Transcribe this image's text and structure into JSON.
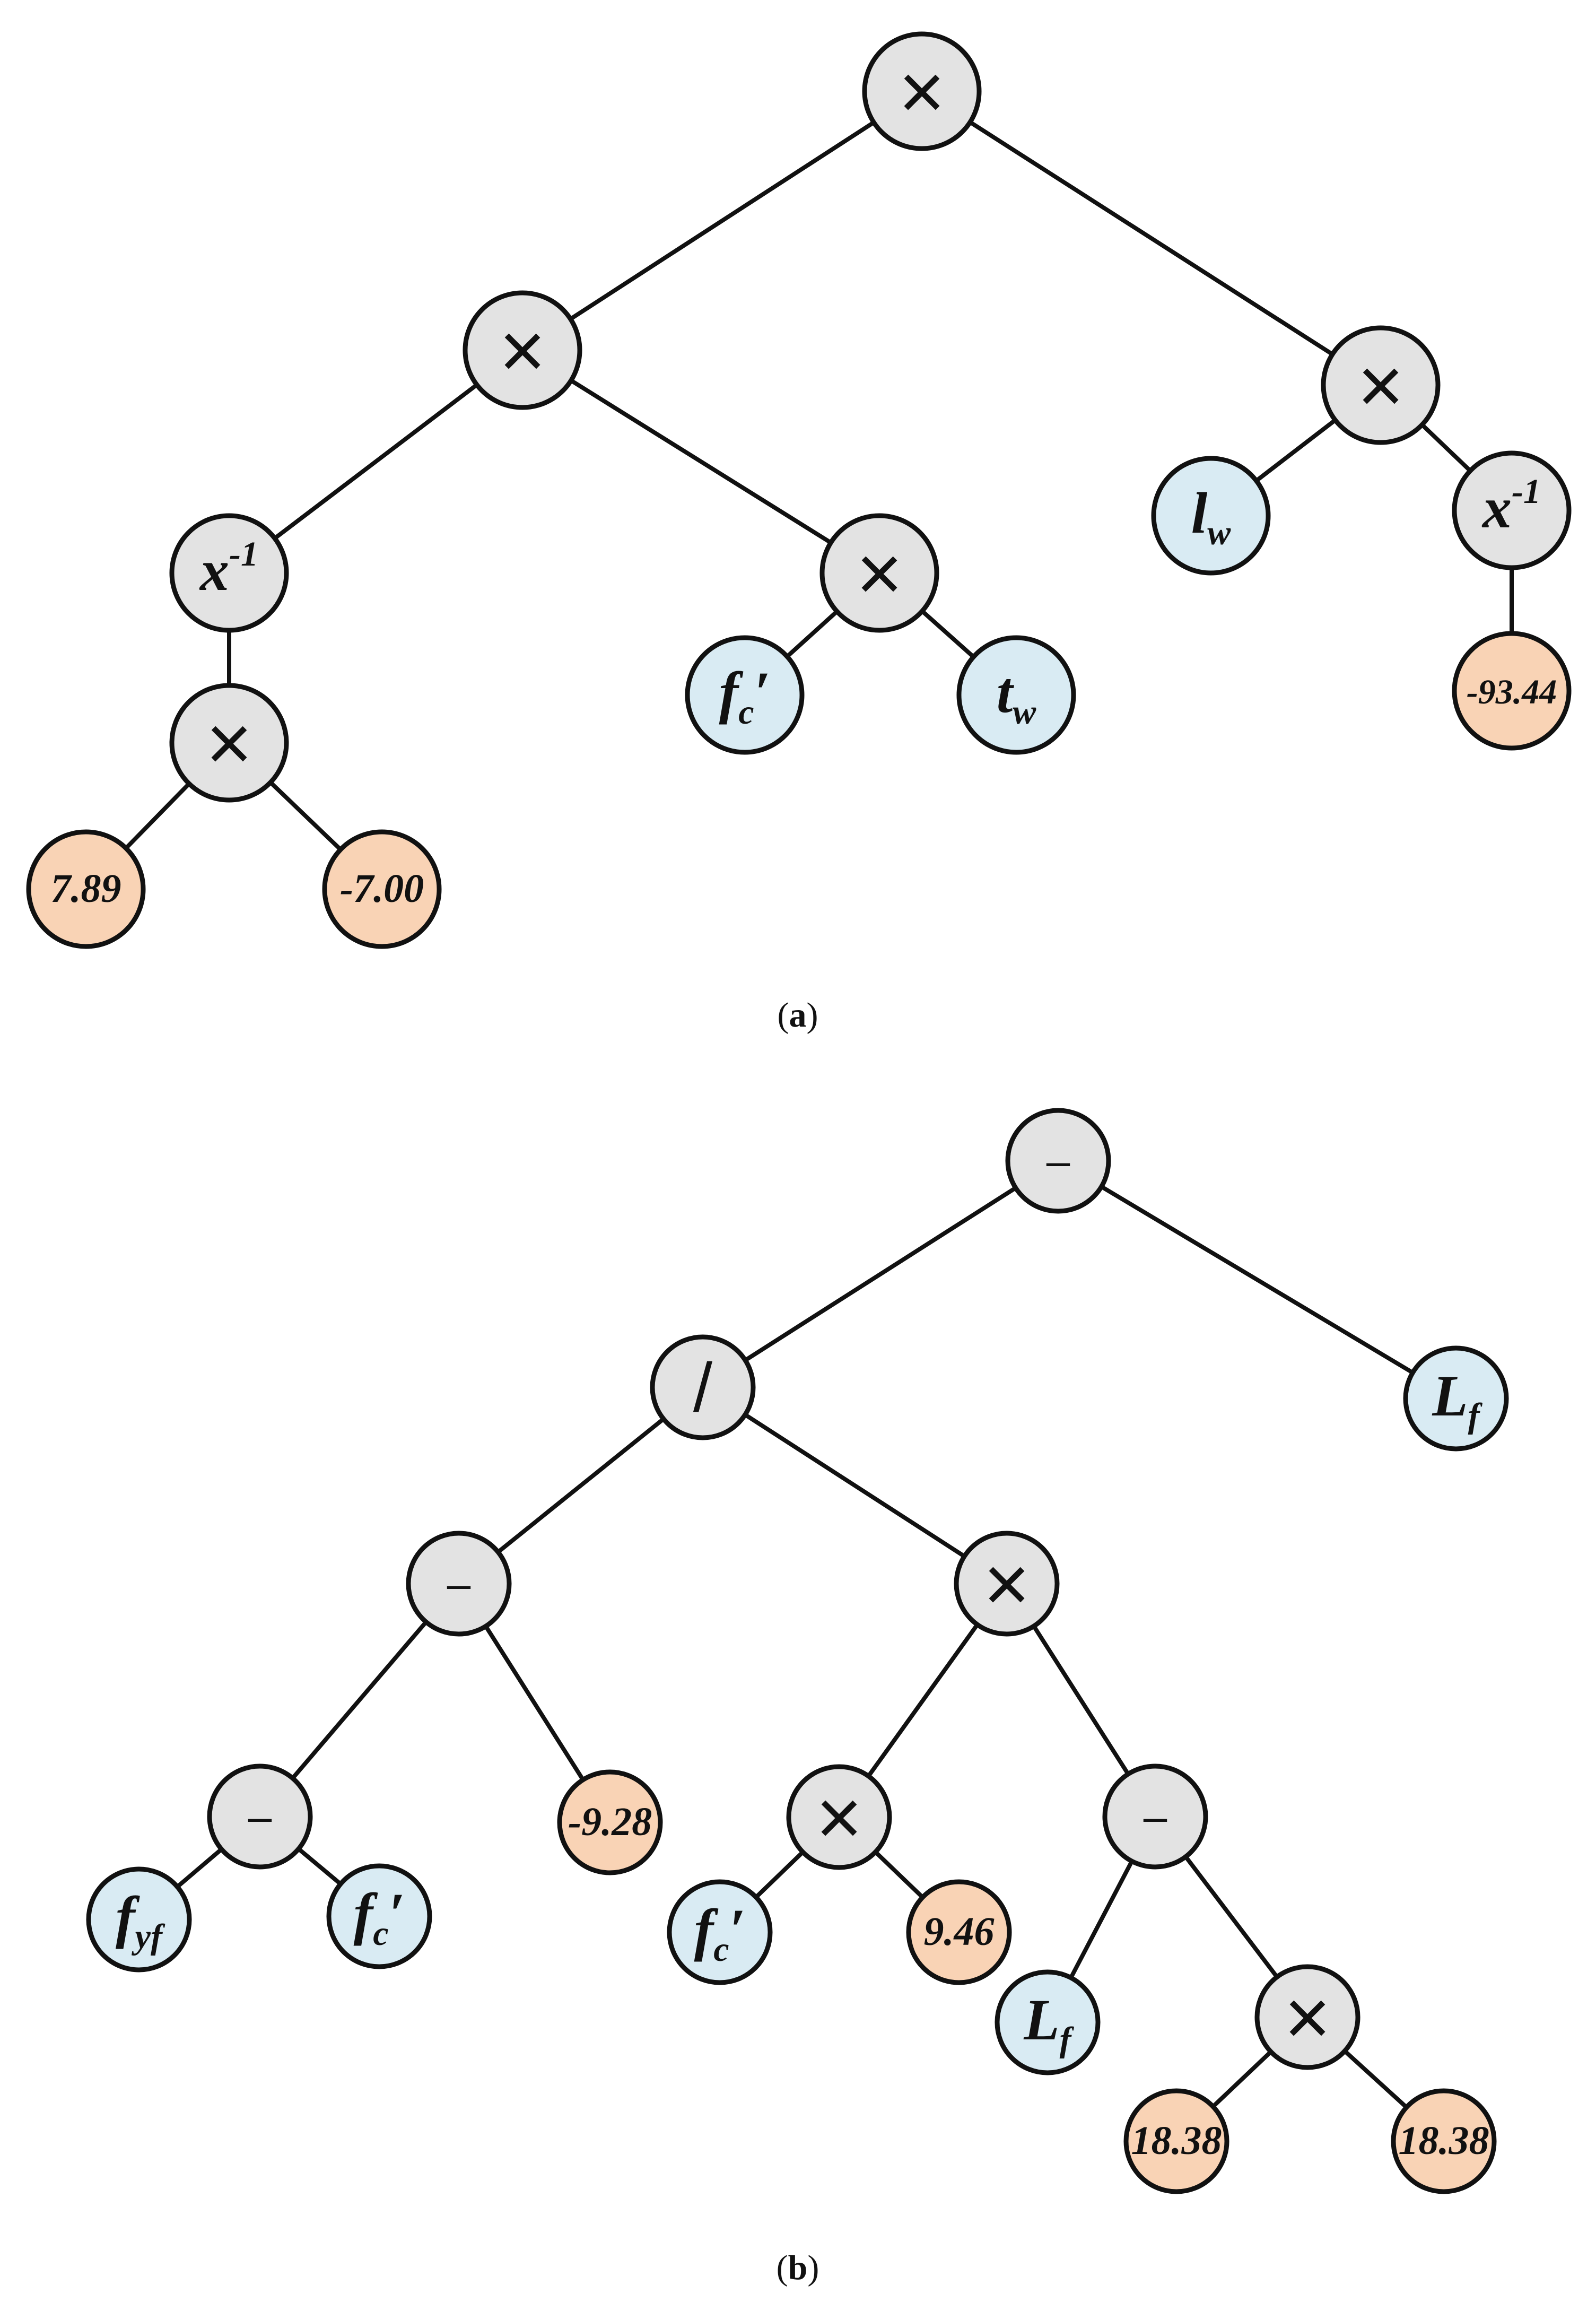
{
  "captions": {
    "a": {
      "open": "(",
      "letter": "a",
      "close": ")"
    },
    "b": {
      "open": "(",
      "letter": "b",
      "close": ")"
    }
  },
  "colors": {
    "operator": "#e3e3e3",
    "variable": "#d9ebf3",
    "constant": "#f9d3b5",
    "stroke": "#111111"
  },
  "trees": [
    {
      "id": "a",
      "nodes": [
        {
          "id": "a1",
          "kind": "operator",
          "symbol": "×",
          "parent": null
        },
        {
          "id": "a2",
          "kind": "operator",
          "symbol": "×",
          "parent": "a1"
        },
        {
          "id": "a3",
          "kind": "operator",
          "symbol": "×",
          "parent": "a1"
        },
        {
          "id": "a4",
          "kind": "operator",
          "symbol": "x",
          "sup": "-1",
          "parent": "a2"
        },
        {
          "id": "a5",
          "kind": "operator",
          "symbol": "×",
          "parent": "a2"
        },
        {
          "id": "a6",
          "kind": "operator",
          "symbol": "×",
          "parent": "a4"
        },
        {
          "id": "a7",
          "kind": "constant",
          "symbol": "7.89",
          "parent": "a6"
        },
        {
          "id": "a8",
          "kind": "constant",
          "symbol": "-7.00",
          "parent": "a6"
        },
        {
          "id": "a9",
          "kind": "variable",
          "symbol": "f",
          "sub": "c",
          "prime": "′",
          "parent": "a5"
        },
        {
          "id": "a10",
          "kind": "variable",
          "symbol": "t",
          "sub": "w",
          "parent": "a5"
        },
        {
          "id": "a11",
          "kind": "variable",
          "symbol": "l",
          "sub": "w",
          "parent": "a3"
        },
        {
          "id": "a12",
          "kind": "operator",
          "symbol": "x",
          "sup": "-1",
          "parent": "a3"
        },
        {
          "id": "a13",
          "kind": "constant",
          "symbol": "-93.44",
          "parent": "a12"
        }
      ]
    },
    {
      "id": "b",
      "nodes": [
        {
          "id": "b1",
          "kind": "operator",
          "symbol": "–",
          "parent": null
        },
        {
          "id": "b2",
          "kind": "operator",
          "symbol": "/",
          "parent": "b1"
        },
        {
          "id": "b3",
          "kind": "variable",
          "symbol": "L",
          "sub": "f",
          "parent": "b1"
        },
        {
          "id": "b4",
          "kind": "operator",
          "symbol": "–",
          "parent": "b2"
        },
        {
          "id": "b5",
          "kind": "operator",
          "symbol": "×",
          "parent": "b2"
        },
        {
          "id": "b6",
          "kind": "operator",
          "symbol": "–",
          "parent": "b4"
        },
        {
          "id": "b7",
          "kind": "constant",
          "symbol": "-9.28",
          "parent": "b4"
        },
        {
          "id": "b8",
          "kind": "variable",
          "symbol": "f",
          "sub": "yf",
          "parent": "b6"
        },
        {
          "id": "b9",
          "kind": "variable",
          "symbol": "f",
          "sub": "c",
          "prime": "′",
          "parent": "b6"
        },
        {
          "id": "b10",
          "kind": "operator",
          "symbol": "×",
          "parent": "b5"
        },
        {
          "id": "b11",
          "kind": "operator",
          "symbol": "–",
          "parent": "b5"
        },
        {
          "id": "b12",
          "kind": "variable",
          "symbol": "f",
          "sub": "c",
          "prime": "′",
          "parent": "b10"
        },
        {
          "id": "b13",
          "kind": "constant",
          "symbol": "9.46",
          "parent": "b10"
        },
        {
          "id": "b14",
          "kind": "variable",
          "symbol": "L",
          "sub": "f",
          "parent": "b11"
        },
        {
          "id": "b15",
          "kind": "operator",
          "symbol": "×",
          "parent": "b11"
        },
        {
          "id": "b16",
          "kind": "constant",
          "symbol": "18.38",
          "parent": "b15"
        },
        {
          "id": "b17",
          "kind": "constant",
          "symbol": "18.38",
          "parent": "b15"
        }
      ]
    }
  ]
}
